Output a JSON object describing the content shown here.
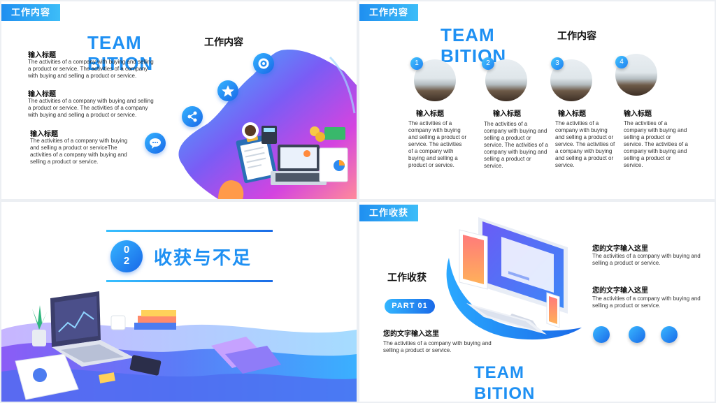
{
  "slide1": {
    "tag": "工作内容",
    "team_line1": "TEAM",
    "team_line2": "BITION",
    "heading": "工作内容",
    "blocks": [
      {
        "title": "输入标题",
        "text": "The activities of a company with buying and selling a product or service. The activities of a company with buying and selling a product or service."
      },
      {
        "title": "输入标题",
        "text": "The activities of a company with buying and selling a product or service. The activities of a company with buying and selling a product or service."
      },
      {
        "title": "输入标题",
        "text": "The activities of a company with buying and selling a product or serviceThe activities of a company with buying and selling a product or service."
      }
    ],
    "icons": [
      "settings-icon",
      "star-icon",
      "share-icon",
      "chat-icon"
    ],
    "colors": {
      "accent": "#1e90f3"
    }
  },
  "slide2": {
    "tag": "工作内容",
    "team_line1": "TEAM",
    "team_line2": "BITION",
    "heading": "工作内容",
    "items": [
      {
        "num": "1",
        "title": "输入标题",
        "text": "The activities of a company with buying and selling a product or service. The activities of a company with buying and selling a product or service."
      },
      {
        "num": "2",
        "title": "输入标题",
        "text": "The activities of a company with buying and selling a product or service. The activities of a company with buying and selling a product or service."
      },
      {
        "num": "3",
        "title": "输入标题",
        "text": "The activities of a company with buying and selling a product or service. The activities of a company with buying and selling a product or service."
      },
      {
        "num": "4",
        "title": "输入标题",
        "text": "The activities of a company with buying and selling a product or service. The activities of a company with buying and selling a product or service."
      }
    ]
  },
  "slide3": {
    "digit1": "0",
    "digit2": "2",
    "title": "收获与不足"
  },
  "slide4": {
    "tag": "工作收获",
    "heading": "工作收获",
    "part": "PART 01",
    "left_title": "您的文字输入这里",
    "left_text": "The activities of a company with buying and selling a product or service.",
    "right_blocks": [
      {
        "title": "您的文字输入这里",
        "text": "The activities of a company with buying and selling a product or service."
      },
      {
        "title": "您的文字输入这里",
        "text": "The activities of a company with buying and selling a product or service."
      }
    ],
    "team_line1": "TEAM",
    "team_line2": "BITION"
  }
}
